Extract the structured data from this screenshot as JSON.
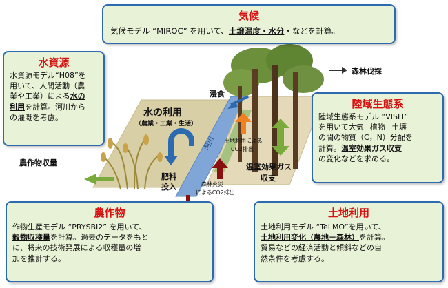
{
  "climate": {
    "title": "気候",
    "line_pre": "気候モデル “MIROC” を用いて、",
    "line_em": "土壌温度・水分",
    "line_post": "・などを計算。"
  },
  "water": {
    "title": "水資源",
    "lines": [
      "水資源モデル“H08”を",
      "用いて、人間活動（農",
      "業や工業）による"
    ],
    "em1": "水の",
    "em2": "利用",
    "line4_post": "を計算。河川から",
    "line5": "の灌漑を考慮。"
  },
  "eco": {
    "title": "陸域生態系",
    "lines": [
      "陸域生態系モデル “VISIT”",
      "を用いて大気−植物−土壌",
      "の間の物質（C，N）分配を",
      "計算。"
    ],
    "em": "温室効果ガス収支",
    "line5": "の変化などを求める。"
  },
  "crop": {
    "title": "農作物",
    "line1": "作物生産モデル “PRYSBI2” を用いて、",
    "em": "穀物収穫量",
    "line2_post": "を計算。過去のデータをもと",
    "line3": "に、将来の技術発展による収穫量の増",
    "line4": "加を推計する。"
  },
  "land": {
    "title": "土地利用",
    "line1": "土地利用モデル “TeLMO”を用いて、",
    "em": "土地利用変化（農地－森林）",
    "line2_post": "を計算。",
    "line3": "貿易などの経済活動と傾斜などの自",
    "line4": "然条件を考慮する。"
  },
  "labels": {
    "water_use": "水の利用",
    "water_use_sub": "（農業・工業・生活）",
    "river": "河川",
    "erosion": "浸食",
    "fertilizer": "肥料",
    "fertilizer2": "投入",
    "crop_yield": "農作物収量",
    "deforestation": "森林伐採",
    "landuse_co2_1": "土地利用による",
    "landuse_co2_2": "CO2排出",
    "fire_co2_1": "森林火災",
    "fire_co2_2": "によるCO2排出",
    "ghg_1": "温室効果ガス",
    "ghg_2": "収支"
  },
  "colors": {
    "callout_fill": "#e8f2d6",
    "callout_border": "#2e6ab0",
    "title_red": "#d81010",
    "arrow_green": "#7aaa3c",
    "arrow_orange": "#f08020",
    "arrow_darkred": "#8a1010",
    "arrow_blue": "#2e6ab0"
  }
}
